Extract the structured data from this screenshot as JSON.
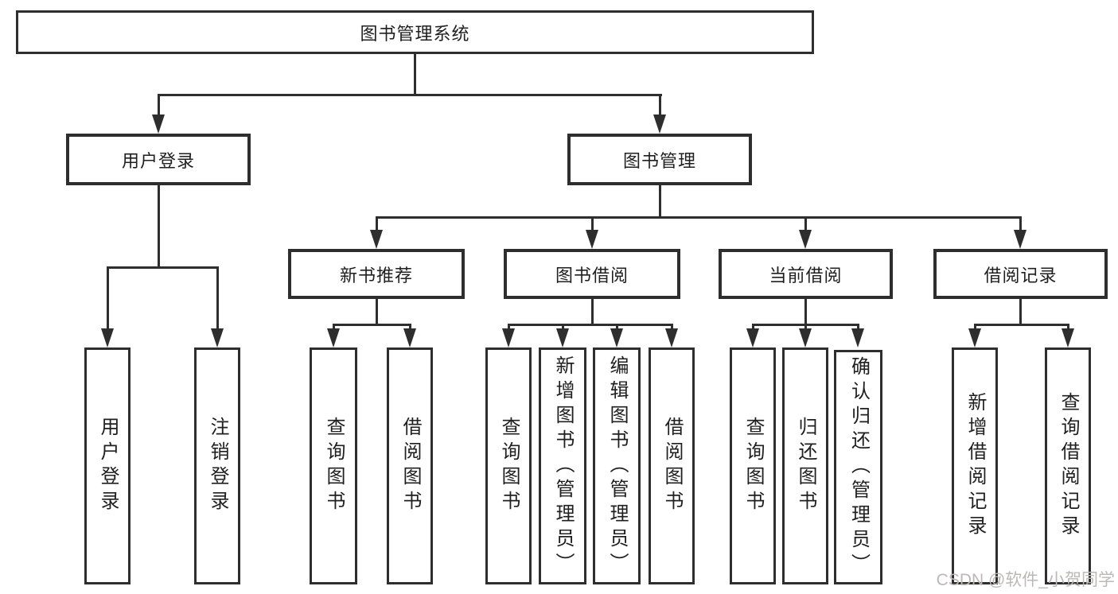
{
  "diagram": {
    "title": "图书管理系统",
    "level2": [
      {
        "label": "用户登录"
      },
      {
        "label": "图书管理"
      }
    ],
    "level3": [
      {
        "label": "新书推荐"
      },
      {
        "label": "图书借阅"
      },
      {
        "label": "当前借阅"
      },
      {
        "label": "借阅记录"
      }
    ],
    "leaves": {
      "user_login": [
        "用户登录",
        "注销登录"
      ],
      "new_books": [
        "查询图书",
        "借阅图书"
      ],
      "book_borrow": [
        "查询图书",
        "新增图书（管理员）",
        "编辑图书（管理员）",
        "借阅图书"
      ],
      "current_borrow": [
        "查询图书",
        "归还图书",
        "确认归还（管理员）"
      ],
      "borrow_records": [
        "新增借阅记录",
        "查询借阅记录"
      ]
    },
    "colors": {
      "line": "#2e2e2e",
      "text": "#1f1f1f",
      "background": "#ffffff",
      "watermark": "#bdb7b7"
    }
  },
  "watermark": "CSDN @软件_小贺同学"
}
